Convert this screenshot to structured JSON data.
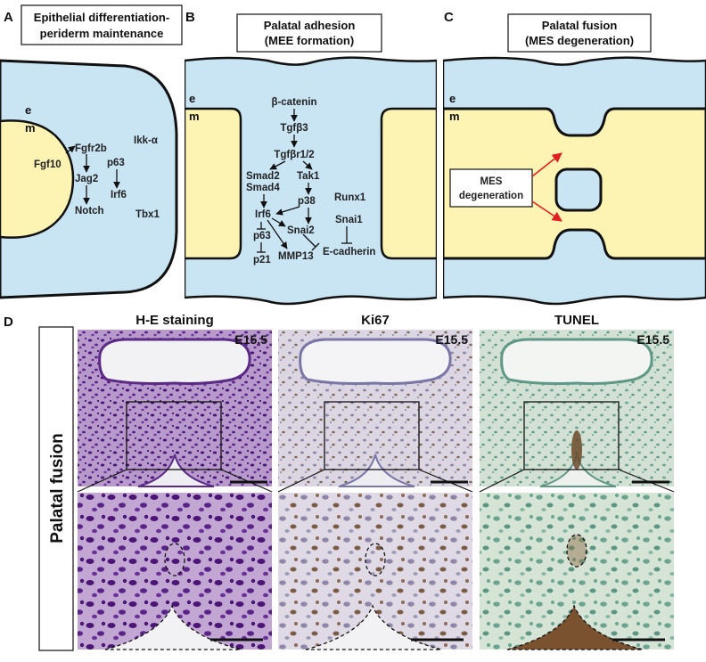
{
  "panels": {
    "a": {
      "letter": "A",
      "title_line1": "Epithelial differentiation-",
      "title_line2": "periderm maintenance",
      "label_e": "e",
      "label_m": "m",
      "genes": {
        "fgfr2b": "Fgfr2b",
        "fgf10": "Fgf10",
        "jag2": "Jag2",
        "notch": "Notch",
        "p63": "p63",
        "irf6": "Irf6",
        "ikk": "Ikk-α",
        "tbx1": "Tbx1"
      }
    },
    "b": {
      "letter": "B",
      "title_line1": "Palatal adhesion",
      "title_line2": "(MEE formation)",
      "label_e": "e",
      "label_m": "m",
      "genes": {
        "bcatenin": "β-catenin",
        "tgfb3": "Tgfβ3",
        "tgfbr": "Tgfβr1/2",
        "smad2": "Smad2",
        "smad4": "Smad4",
        "tak1": "Tak1",
        "p38": "p38",
        "irf6": "Irf6",
        "snai2": "Snai2",
        "p63": "p63",
        "p21": "p21",
        "mmp13": "MMP13",
        "runx1": "Runx1",
        "snai1": "Snai1",
        "ecad": "E-cadherin"
      }
    },
    "c": {
      "letter": "C",
      "title_line1": "Palatal fusion",
      "title_line2": "(MES degeneration)",
      "label_e": "e",
      "label_m": "m",
      "callout_line1": "MES",
      "callout_line2": "degeneration"
    },
    "d": {
      "letter": "D",
      "row_label": "Palatal fusion",
      "columns": [
        {
          "title": "H-E staining",
          "stage": "E15.5"
        },
        {
          "title": "Ki67",
          "stage": "E15.5"
        },
        {
          "title": "TUNEL",
          "stage": "E15.5"
        }
      ]
    }
  },
  "colors": {
    "epithelium": "#c9e5f4",
    "mesenchyme": "#fdf3b3",
    "outline": "#111111",
    "callout_arrow": "#e02020",
    "he_stain": "#6a2f94",
    "ki67_stain": "#d9d4df",
    "tunel_stain": "#c7d9c8"
  }
}
